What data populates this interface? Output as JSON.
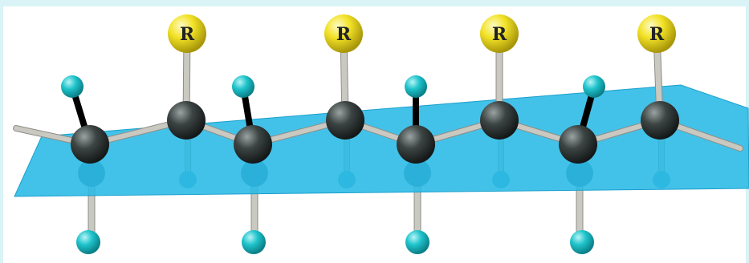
{
  "molecule": {
    "substituent_label": "R",
    "colors": {
      "plane": "#29b9e6",
      "carbon": "#2e3433",
      "hydrogen": "#1fc4cc",
      "substituent": "#f0e020",
      "bond": "#b9b9b2"
    },
    "carbon_count": 8,
    "substituent_count": 4,
    "hydrogen_up_count": 4,
    "hydrogen_down_count": 4
  }
}
